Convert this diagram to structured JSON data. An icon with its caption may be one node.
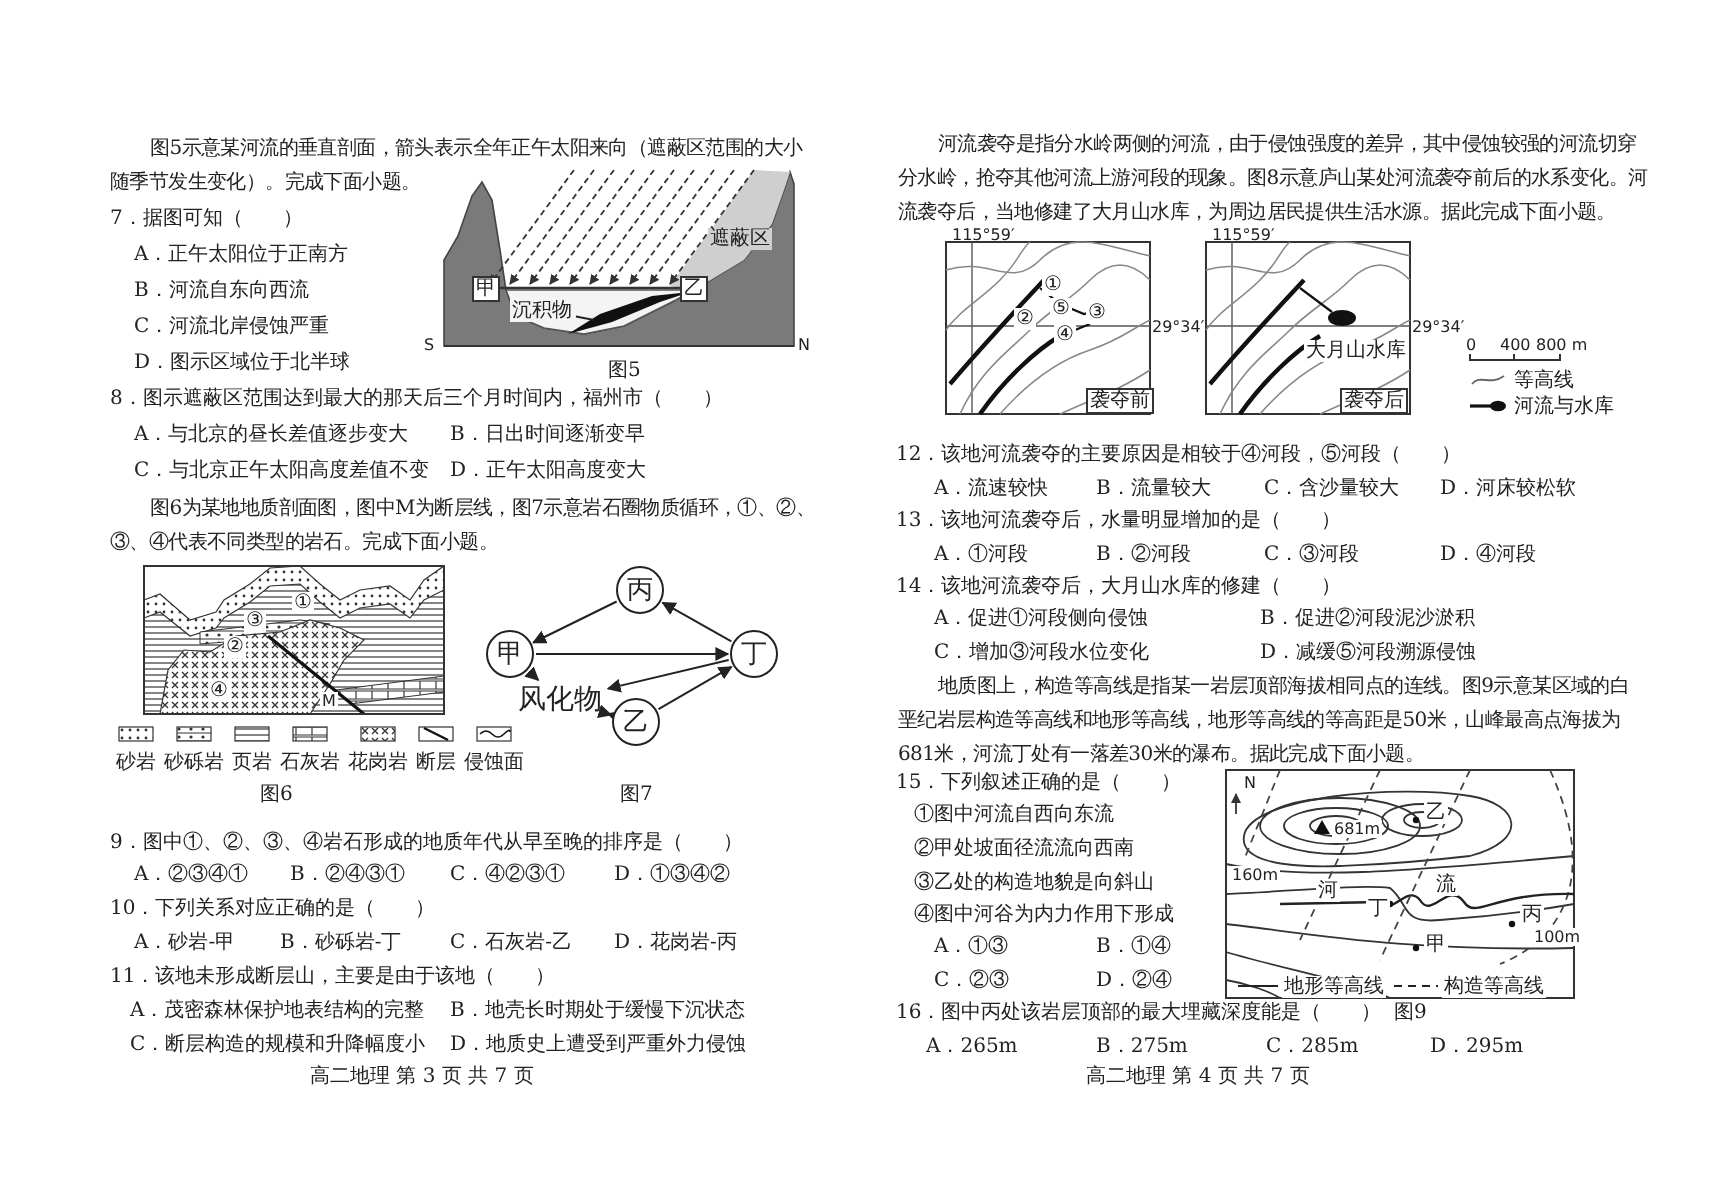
{
  "diagram": {
    "nodes": [
      {
        "text": [
          "沉积物"
        ]
      },
      {
        "text": [
          "丙"
        ]
      },
      {
        "text": [
          "甲"
        ]
      },
      {
        "text": [
          "丁"
        ]
      },
      {
        "text": [
          "风化物"
        ]
      },
      {
        "text": [
          "乙"
        ]
      }
    ],
    "edges": [
      {
        "from": 0,
        "to": null,
        "arrow": "none"
      },
      {
        "from": 1,
        "to": 2,
        "arrow": "to"
      },
      {
        "from": 2,
        "to": 3,
        "arrow": "to"
      },
      {
        "from": 3,
        "to": 1,
        "arrow": "to"
      },
      {
        "from": 2,
        "to": 4,
        "arrow": "to"
      },
      {
        "from": 3,
        "to": 4,
        "arrow": "to"
      },
      {
        "from": 4,
        "to": 5,
        "arrow": "both"
      },
      {
        "from": 5,
        "to": 3,
        "arrow": "to"
      }
    ],
    "labels": [
      "图5示意某河流的垂直剖面，箭头表示全年正午太阳来向（遮蔽区范围的大小随季节发生变化）。完成下面小题。",
      "遮蔽区",
      "甲",
      "乙",
      "S",
      "N",
      "7．据图可知（　　）",
      "A．正午太阳位于正南方",
      "B．河流自东向西流",
      "C．河流北岸侵蚀严重",
      "D．图示区域位于北半球",
      "图5",
      "8．图示遮蔽区范围达到最大的那天后三个月时间内，福州市（　　）",
      "A．与北京的昼长差值逐步变大",
      "B．日出时间逐渐变早",
      "C．与北京正午太阳高度差值不变",
      "D．正午太阳高度变大",
      "图6为某地地质剖面图，图中M为断层线，图7示意岩石圈物质循环，①、②、③、④代表不同类型的岩石。完成下面小题。",
      "①",
      "③",
      "②",
      "④",
      "M",
      "图6",
      "图7",
      "9．图中①、②、③、④岩石形成的地质年代从早至晚的排序是（　　）",
      "A．②③④①",
      "B．②④③①",
      "C．④②③①",
      "D．①③④②",
      "10．下列关系对应正确的是（　　）",
      "A．砂岩-甲",
      "B．砂砾岩-丁",
      "C．石灰岩-乙",
      "D．花岗岩-丙",
      "11．该地未形成断层山，主要是由于该地（　　）",
      "A．茂密森林保护地表结构的完整",
      "B．地壳长时期处于缓慢下沉状态",
      "C．断层构造的规模和升降幅度小",
      "D．地质史上遭受到严重外力侵蚀",
      "高二地理 第 3 页 共 7 页",
      "河流袭夺是指分水岭两侧的河流，由于侵蚀强度的差异，其中侵蚀较强的河流切穿分水岭，抢夺其他河流上游河段的现象。图8示意庐山某处河流袭夺前后的水系变化。河流袭夺后，当地修建了大月山水库，为周边居民提供生活水源。据此完成下面小题。",
      "115°59′",
      "①",
      "②",
      "⑤",
      "③",
      "④",
      "29°34′",
      "袭夺前",
      "115°59′",
      "29°34′",
      "大月山水库",
      "袭夺后",
      "0",
      "400",
      "800 m",
      "12．该地河流袭夺的主要原因是相较于④河段，⑤河段（　　）",
      "A．流速较快",
      "B．流量较大",
      "C．含沙量较大",
      "D．河床较松软",
      "13．该地河流袭夺后，水量明显增加的是（　　）",
      "A．①河段",
      "B．②河段",
      "C．③河段",
      "D．④河段",
      "14．该地河流袭夺后，大月山水库的修建（　　）",
      "A．促进①河段侧向侵蚀",
      "B．促进②河段泥沙淤积",
      "C．增加③河段水位变化",
      "D．减缓⑤河段溯源侵蚀",
      "地质图上，构造等高线是指某一岩层顶部海拔相同点的连线。图9示意某区域的白垩纪岩层构造等高线和地形等高线，地形等高线的等高距是50米，山峰最高点海拔为681米，河流丁处有一落差30米的瀑布。据此完成下面小题。",
      "15．下列叙述正确的是（　　）",
      "①图中河流自西向东流",
      "②甲处坡面径流流向西南",
      "③乙处的构造地貌是向斜山",
      "④图中河谷为内力作用下形成",
      "A．①③",
      "B．①④",
      "C．②③",
      "D．②④",
      "N",
      "681m",
      "乙",
      "160m",
      "河",
      "丁",
      "流",
      "丙",
      "100m",
      "甲",
      "16．图中丙处该岩层顶部的最大埋藏深度能是（　　）",
      "图9",
      "A．265m",
      "B．275m",
      "C．285m",
      "D．295m",
      "高二地理 第 4 页 共 7 页"
    ],
    "legend": [
      {
        "text": "砂岩"
      },
      {
        "text": "砂砾岩"
      },
      {
        "text": "页岩"
      },
      {
        "text": "石灰岩"
      },
      {
        "text": "花岗岩"
      },
      {
        "text": "断层"
      },
      {
        "text": "侵蚀面"
      },
      {
        "text": "等高线"
      },
      {
        "text": "河流与水库"
      },
      {
        "text": "地形等高线"
      },
      {
        "text": "构造等高线"
      }
    ]
  }
}
